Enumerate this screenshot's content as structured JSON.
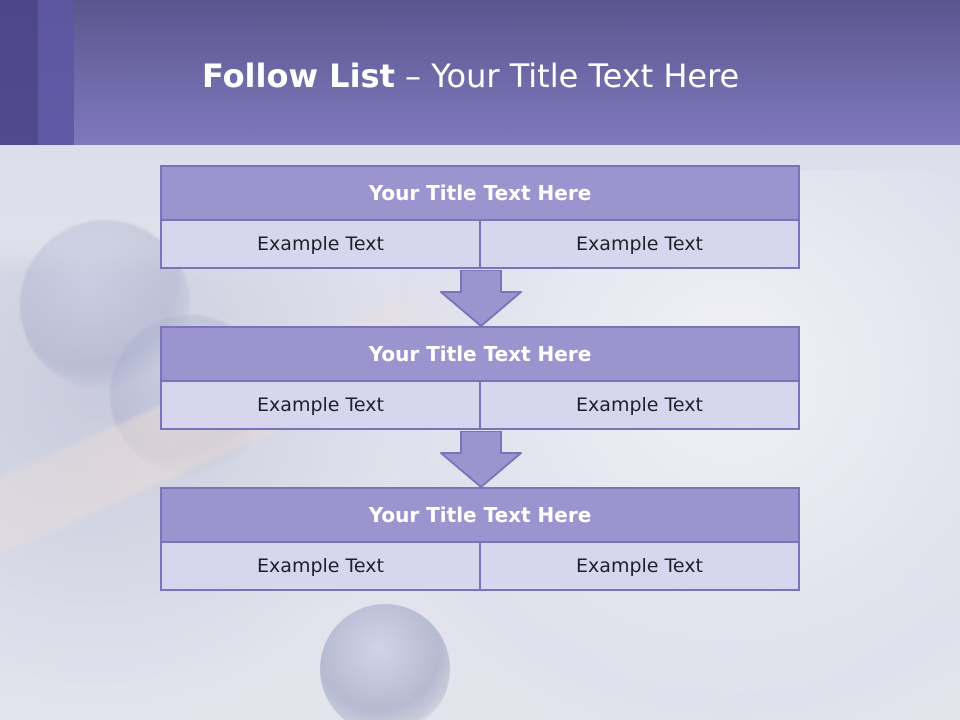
{
  "header": {
    "title_bold": "Follow List",
    "title_rest": " – Your Title Text Here"
  },
  "blocks": [
    {
      "title": "Your Title Text Here",
      "cells": [
        "Example Text",
        "Example Text"
      ]
    },
    {
      "title": "Your Title Text Here",
      "cells": [
        "Example Text",
        "Example Text"
      ]
    },
    {
      "title": "Your Title Text Here",
      "cells": [
        "Example Text",
        "Example Text"
      ]
    }
  ],
  "colors": {
    "header_top": "#5b568f",
    "header_bottom": "#7f79bd",
    "block_title_bg": "#9b94cf",
    "block_border": "#7a73b9",
    "block_row_bg": "#d8d6ee",
    "arrow_fill": "#9b94cf"
  },
  "icons": {
    "connector": "down-arrow-icon"
  }
}
